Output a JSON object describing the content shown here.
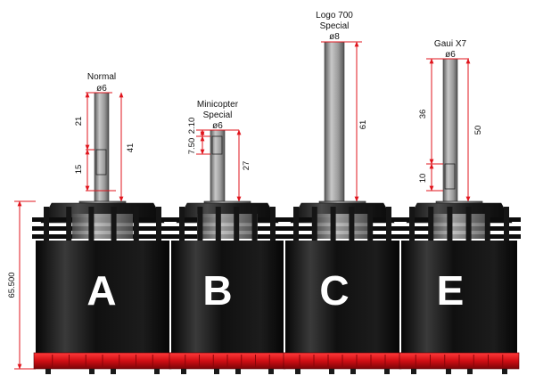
{
  "colors": {
    "dimension": "#e0141c",
    "can": "#161616",
    "base": "#d81118",
    "shaft": "#8a8a8a",
    "letter": "#ffffff"
  },
  "overall_height": "65.500",
  "motors": [
    {
      "letter": "A",
      "title": [
        "Normal"
      ],
      "diameter": "ø6",
      "dims": {
        "upper": "21",
        "lower": "15",
        "total": "41"
      }
    },
    {
      "letter": "B",
      "title": [
        "Minicopter",
        "Special"
      ],
      "diameter": "ø6",
      "dims": {
        "top": "2.10",
        "slot": "7.50",
        "total": "27"
      }
    },
    {
      "letter": "C",
      "title": [
        "Logo 700",
        "Special"
      ],
      "diameter": "ø8",
      "dims": {
        "total": "61"
      }
    },
    {
      "letter": "E",
      "title": [
        "Gaui X7"
      ],
      "diameter": "ø6",
      "dims": {
        "upper": "36",
        "lower": "10",
        "total": "50"
      }
    }
  ]
}
